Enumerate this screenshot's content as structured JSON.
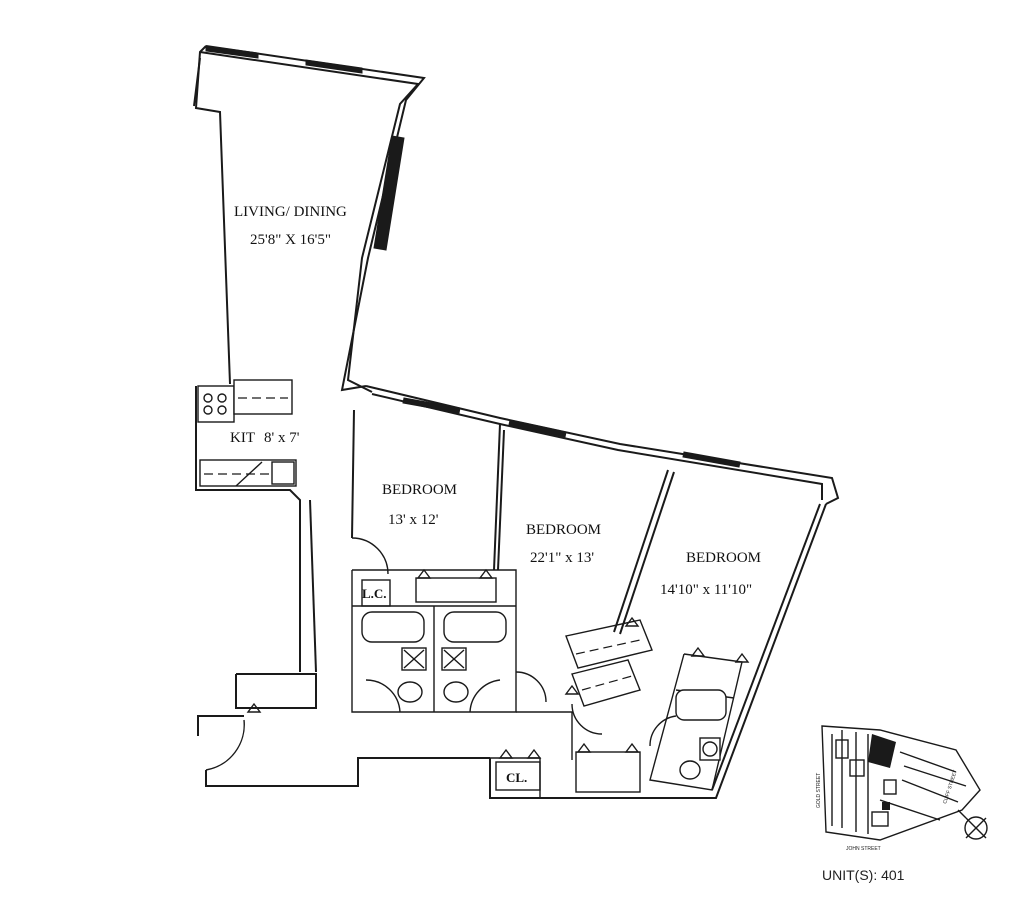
{
  "rooms": {
    "living": {
      "name": "LIVING/ DINING",
      "dims": "25'8\" X 16'5\""
    },
    "kitchen": {
      "name": "KIT",
      "dims": "8' x 7'"
    },
    "bedroom1": {
      "name": "BEDROOM",
      "dims": "13' x 12'"
    },
    "bedroom2": {
      "name": "BEDROOM",
      "dims": "22'1\" x 13'"
    },
    "bedroom3": {
      "name": "BEDROOM",
      "dims": "14'10\" x 11'10\""
    },
    "linen_closet": {
      "name": "L.C."
    },
    "closet": {
      "name": "CL."
    }
  },
  "key_plan": {
    "streets": [
      "GOLD STREET",
      "CLIFF STREET",
      "JOHN STREET"
    ],
    "unit_label": "UNIT(S): 401"
  },
  "colors": {
    "line": "#1a1a1a",
    "highlight": "#1a1a1a",
    "background": "#ffffff"
  }
}
